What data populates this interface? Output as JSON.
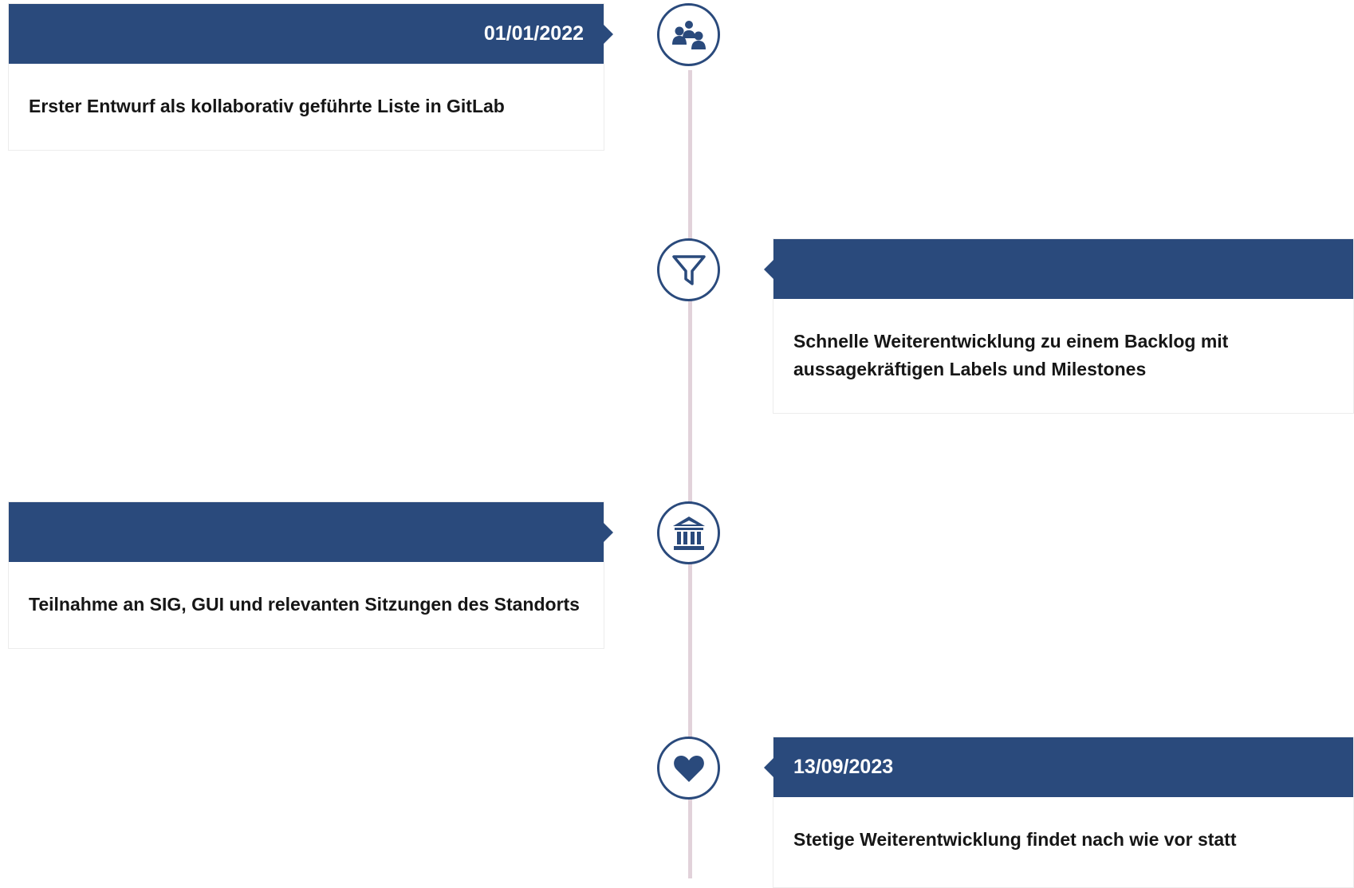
{
  "timeline": {
    "items": [
      {
        "side": "left",
        "date": "01/01/2022",
        "text": "Erster Entwurf als kollaborativ geführte Liste in GitLab",
        "icon": "users-group-icon"
      },
      {
        "side": "right",
        "date": "",
        "text": "Schnelle Weiterentwicklung zu einem Backlog mit aussagekräftigen Labels und Milestones",
        "icon": "filter-funnel-icon"
      },
      {
        "side": "left",
        "date": "",
        "text": "Teilnahme an SIG, GUI und relevanten Sitzungen des Standorts",
        "icon": "institution-building-icon"
      },
      {
        "side": "right",
        "date": "13/09/2023",
        "text": "Stetige Weiterentwicklung findet nach wie vor statt",
        "icon": "heart-icon"
      }
    ]
  },
  "colors": {
    "header": "#2a4a7c",
    "line": "#e2d2da",
    "text": "#161616"
  }
}
